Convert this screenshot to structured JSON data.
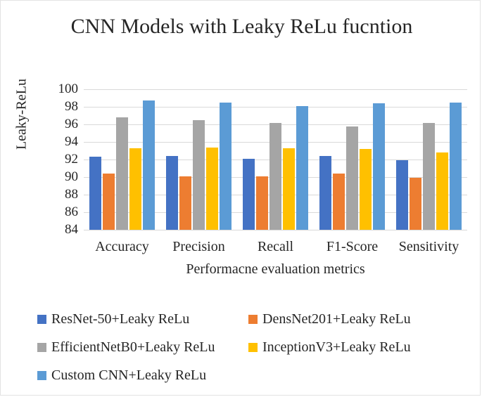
{
  "chart_data": {
    "type": "bar",
    "title": "CNN Models with Leaky ReLu fucntion",
    "xlabel": "Performacne evaluation metrics",
    "ylabel": "Leaky-ReLu",
    "ylim": [
      84,
      100
    ],
    "ytick_step": 2,
    "yticks": [
      "100",
      "98",
      "96",
      "94",
      "92",
      "90",
      "88",
      "86",
      "84"
    ],
    "grid": true,
    "legend_position": "bottom",
    "categories": [
      "Accuracy",
      "Precision",
      "Recall",
      "F1-Score",
      "Sensitivity"
    ],
    "series": [
      {
        "name": "ResNet-50+Leaky ReLu",
        "color": "#4472C4",
        "values": [
          92.3,
          92.4,
          92.1,
          92.4,
          91.9
        ]
      },
      {
        "name": "DensNet201+Leaky ReLu",
        "color": "#ED7D31",
        "values": [
          90.4,
          90.1,
          90.1,
          90.4,
          89.9
        ]
      },
      {
        "name": "EfficientNetB0+Leaky ReLu",
        "color": "#A5A5A5",
        "values": [
          96.8,
          96.5,
          96.2,
          95.8,
          96.2
        ]
      },
      {
        "name": "InceptionV3+Leaky ReLu",
        "color": "#FFC000",
        "values": [
          93.3,
          93.4,
          93.3,
          93.2,
          92.8
        ]
      },
      {
        "name": "Custom CNN+Leaky ReLu",
        "color": "#5B9BD5",
        "values": [
          98.7,
          98.5,
          98.1,
          98.4,
          98.5
        ]
      }
    ]
  }
}
